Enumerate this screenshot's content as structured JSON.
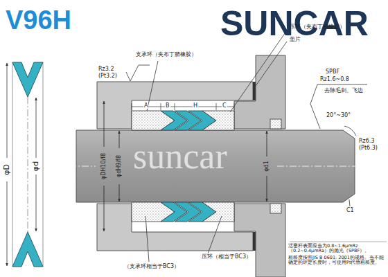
{
  "diagram": {
    "title": "V96H",
    "labels": [
      "SUNCAR",
      "φD",
      "φd",
      "支承环（夹布丁腈橡胶）",
      "压环（夹布丁腈橡胶）",
      "垫片",
      "Rz3.2",
      "(Pt3.2)",
      "A",
      "B",
      "H",
      "C",
      "SPBF",
      "Rz1.6~0.8",
      "去除毛刺、飞边",
      "20°~30°",
      "Rz6.3",
      "(Pt6.3)",
      "C1",
      "φDH10/f8",
      "φdH9/f8",
      "φd1",
      "压环（相当于BC3）",
      "（支承环相当于BC3）",
      "活塞杆表面应当为0.8~1.6μmRz（0.2~0.4μmRa）的抛光（SPBF）。",
      "粗糙度按照JIS B 0601: 2001的规格。当不能确定的评定长度时，可使用Pt代替粗糙度。",
      "suncar"
    ]
  }
}
